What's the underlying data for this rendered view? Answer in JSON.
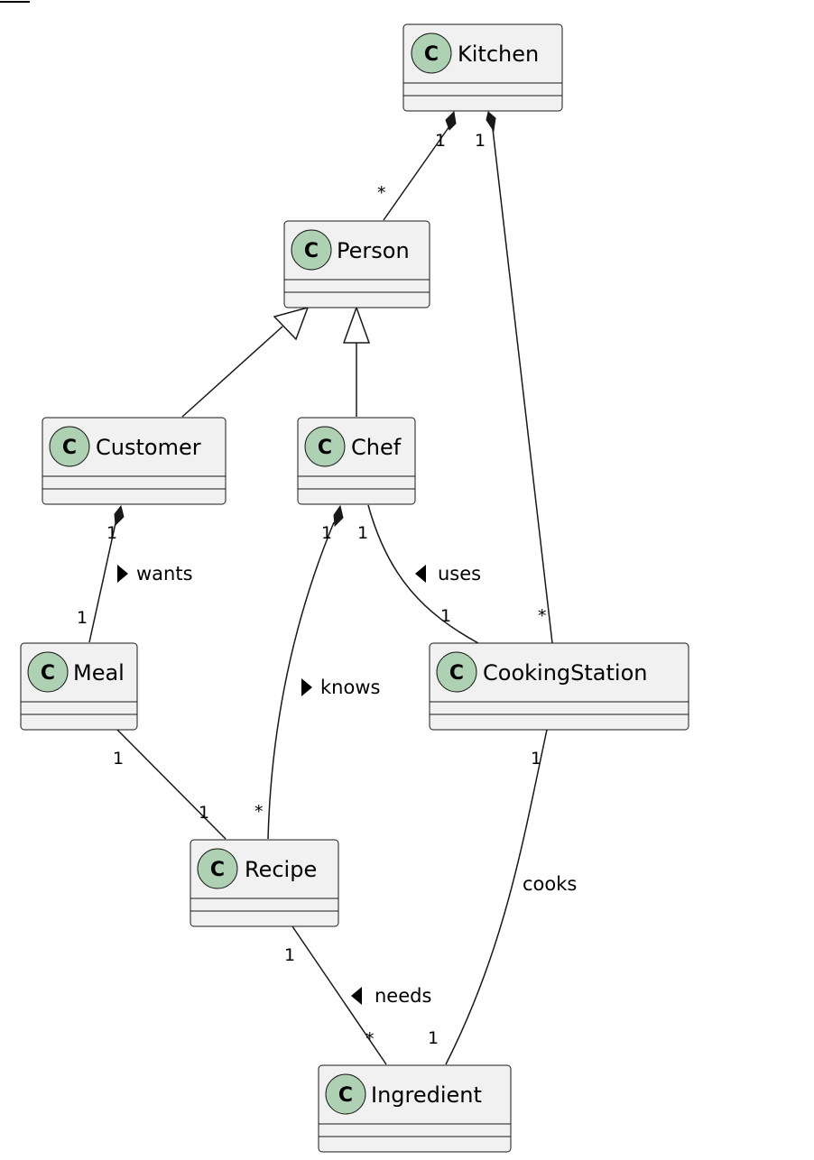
{
  "classes": {
    "kitchen": {
      "stereotype": "C",
      "name": "Kitchen"
    },
    "person": {
      "stereotype": "C",
      "name": "Person"
    },
    "customer": {
      "stereotype": "C",
      "name": "Customer"
    },
    "chef": {
      "stereotype": "C",
      "name": "Chef"
    },
    "meal": {
      "stereotype": "C",
      "name": "Meal"
    },
    "cooking_station": {
      "stereotype": "C",
      "name": "CookingStation"
    },
    "recipe": {
      "stereotype": "C",
      "name": "Recipe"
    },
    "ingredient": {
      "stereotype": "C",
      "name": "Ingredient"
    }
  },
  "relations": {
    "kitchen_person": {
      "from_mult": "1",
      "to_mult": "*"
    },
    "kitchen_station": {
      "from_mult": "1",
      "to_mult": "*"
    },
    "customer_meal": {
      "label": "wants",
      "from_mult": "1",
      "to_mult": "1"
    },
    "chef_recipe": {
      "label": "knows",
      "from_mult": "1",
      "to_mult": "*"
    },
    "chef_station": {
      "label": "uses",
      "from_mult": "1",
      "to_mult": "1"
    },
    "meal_recipe": {
      "from_mult": "1",
      "to_mult": "1"
    },
    "recipe_ingredient": {
      "label": "needs",
      "from_mult": "1",
      "to_mult": "*"
    },
    "station_ingredient": {
      "label": "cooks",
      "from_mult": "1",
      "to_mult": "1"
    }
  },
  "colors": {
    "class_fill": "#f1f1f1",
    "class_border": "#181818",
    "class_circle": "#add1b2",
    "line": "#181818"
  }
}
